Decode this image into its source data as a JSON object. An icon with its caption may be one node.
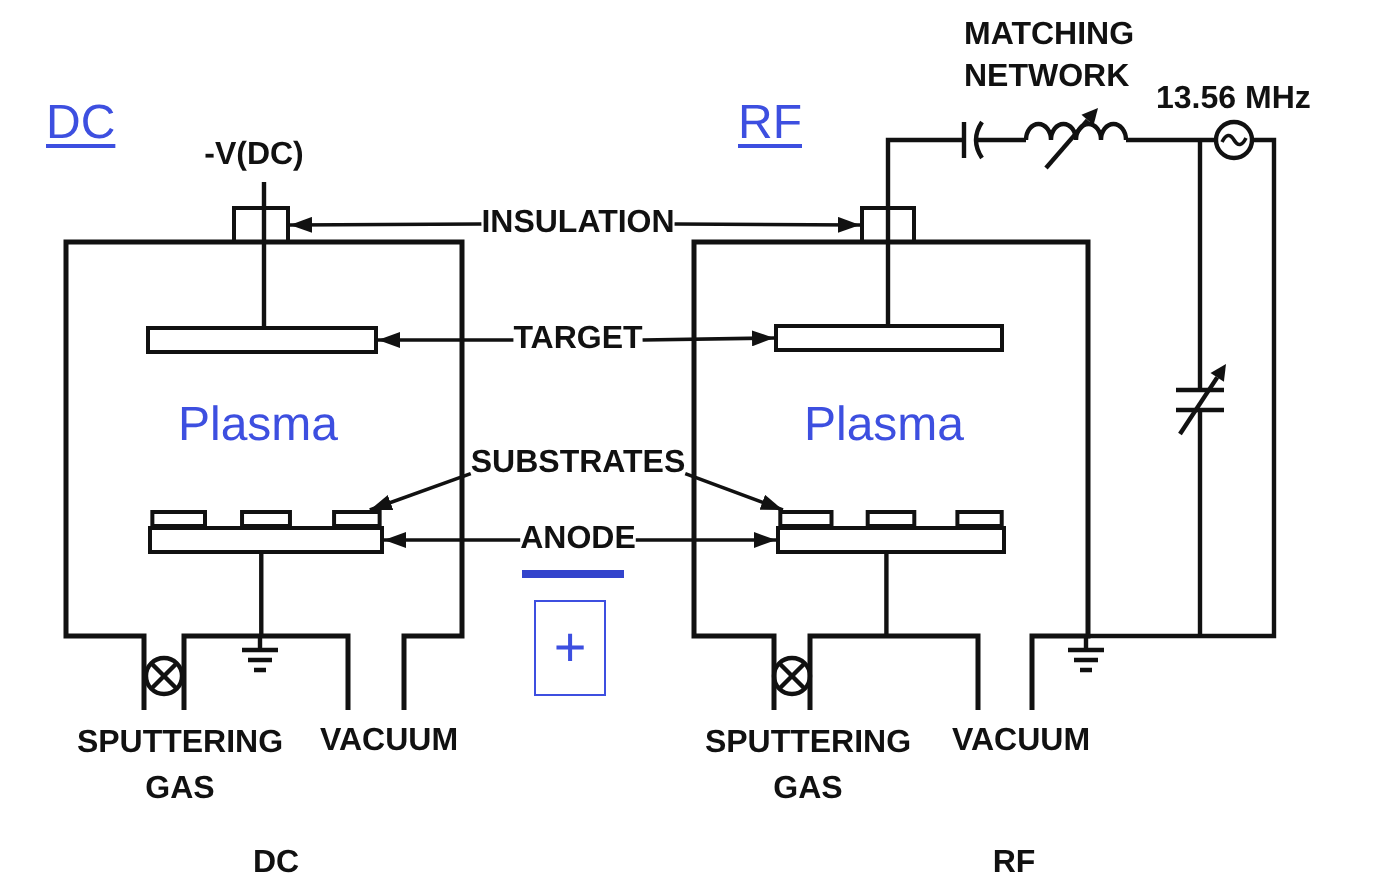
{
  "diagram": {
    "nodes": [
      {
        "text": [
          "Plasma"
        ]
      },
      {
        "text": [],
        "shape": "box"
      },
      {
        "text": [],
        "shape": "bar",
        "in": 0
      },
      {
        "text": [],
        "shape": "bar",
        "in": 0
      },
      {
        "text": [],
        "shape": "bar",
        "in": 0
      },
      {
        "text": [
          "INSULATION"
        ]
      },
      {
        "text": [
          "TARGET"
        ]
      },
      {
        "text": [
          "SUBSTRATES"
        ]
      },
      {
        "text": [
          "ANODE"
        ]
      },
      {
        "text": [
          "+"
        ]
      },
      {
        "text": [
          "Plasma"
        ]
      },
      {
        "text": [],
        "shape": "box"
      },
      {
        "text": [],
        "shape": "bar",
        "in": 10
      },
      {
        "text": [],
        "shape": "bar",
        "in": 10
      },
      {
        "text": [],
        "shape": "bar",
        "in": 10
      }
    ],
    "edges": [
      {
        "from": 5,
        "to": 1,
        "arrow": "to"
      },
      {
        "from": 5,
        "to": 11,
        "arrow": "to"
      },
      {
        "from": 6,
        "to": 2,
        "arrow": "to"
      },
      {
        "from": 6,
        "to": 12,
        "arrow": "to"
      },
      {
        "from": 7,
        "to": 3,
        "arrow": "to"
      },
      {
        "from": 7,
        "to": 13,
        "arrow": "to"
      },
      {
        "from": 8,
        "to": 4,
        "arrow": "to"
      },
      {
        "from": 8,
        "to": 14,
        "arrow": "to"
      },
      {
        "from": 4,
        "to": 0,
        "arrow": "none"
      },
      {
        "from": 14,
        "to": 10,
        "arrow": "none"
      }
    ],
    "labels": [
      "MATCHING NETWORK",
      "13.56 MHz",
      "DC",
      "RF",
      "-V(DC)",
      "SPUTTERING GAS",
      "VACUUM",
      "SPUTTERING GAS",
      "VACUUM",
      "DC",
      "RF"
    ]
  }
}
